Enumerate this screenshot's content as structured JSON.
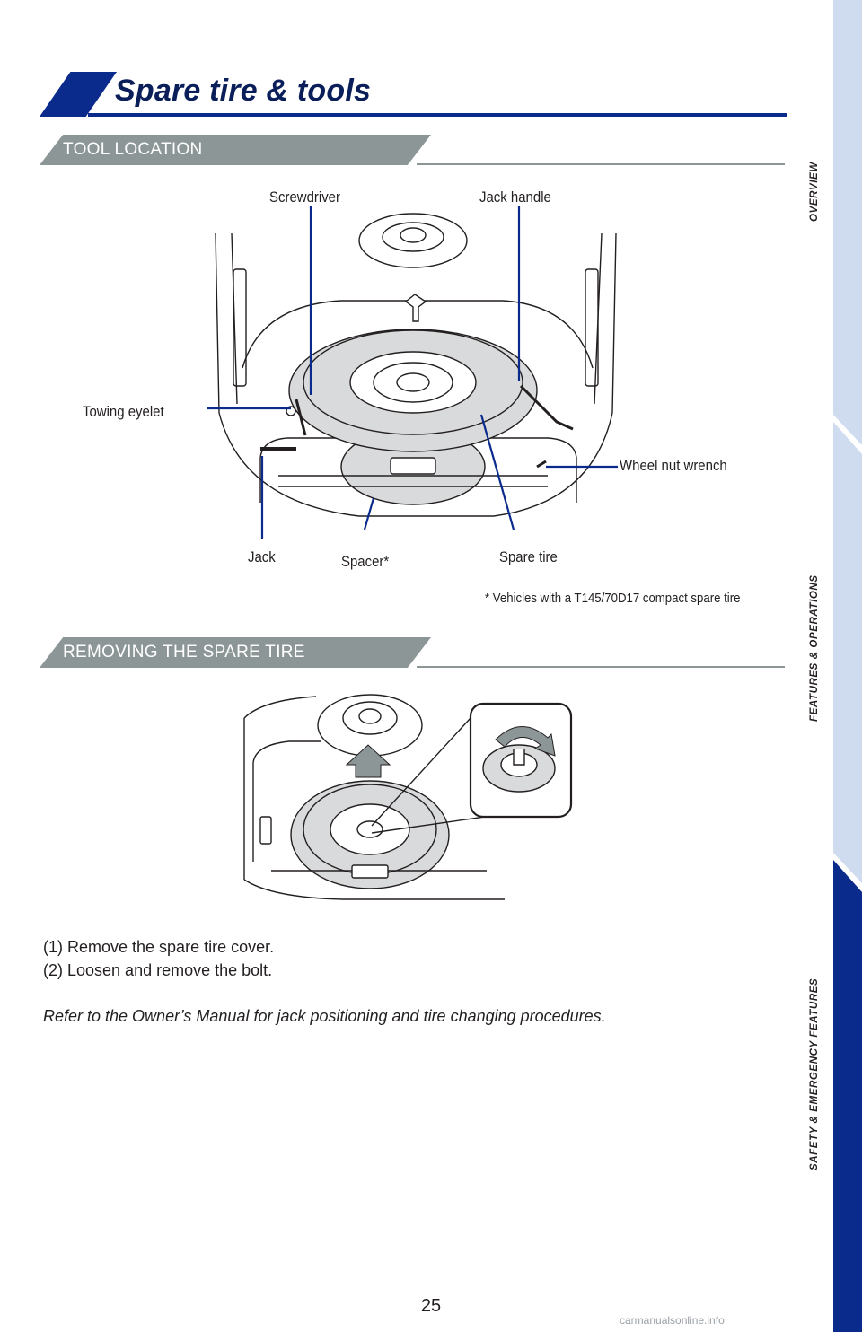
{
  "page": {
    "title": "Spare tire & tools",
    "page_number": "25",
    "watermark": "carmanualsonline.info"
  },
  "sections": {
    "tool_location": {
      "label": "TOOL LOCATION",
      "callouts": {
        "screwdriver": "Screwdriver",
        "jack_handle": "Jack handle",
        "towing_eyelet": "Towing eyelet",
        "wheel_nut_wrench": "Wheel nut wrench",
        "jack": "Jack",
        "spacer": "Spacer*",
        "spare_tire": "Spare tire"
      },
      "footnote": "* Vehicles with a T145/70D17 compact spare tire"
    },
    "removing": {
      "label": "REMOVING THE SPARE TIRE"
    }
  },
  "steps": [
    "(1) Remove the spare tire cover.",
    "(2) Loosen and remove the bolt."
  ],
  "note": "Refer to the Owner’s Manual for jack positioning and tire changing procedures.",
  "side_nav": {
    "items": [
      "OVERVIEW",
      "FEATURES & OPERATIONS",
      "SAFETY & EMERGENCY FEATURES"
    ],
    "active_index": 2
  },
  "colors": {
    "accent": "#0a2a8c",
    "section_gray": "#8c9697",
    "nav_light": "#cfdbef",
    "nav_dark": "#0a2a8c"
  }
}
